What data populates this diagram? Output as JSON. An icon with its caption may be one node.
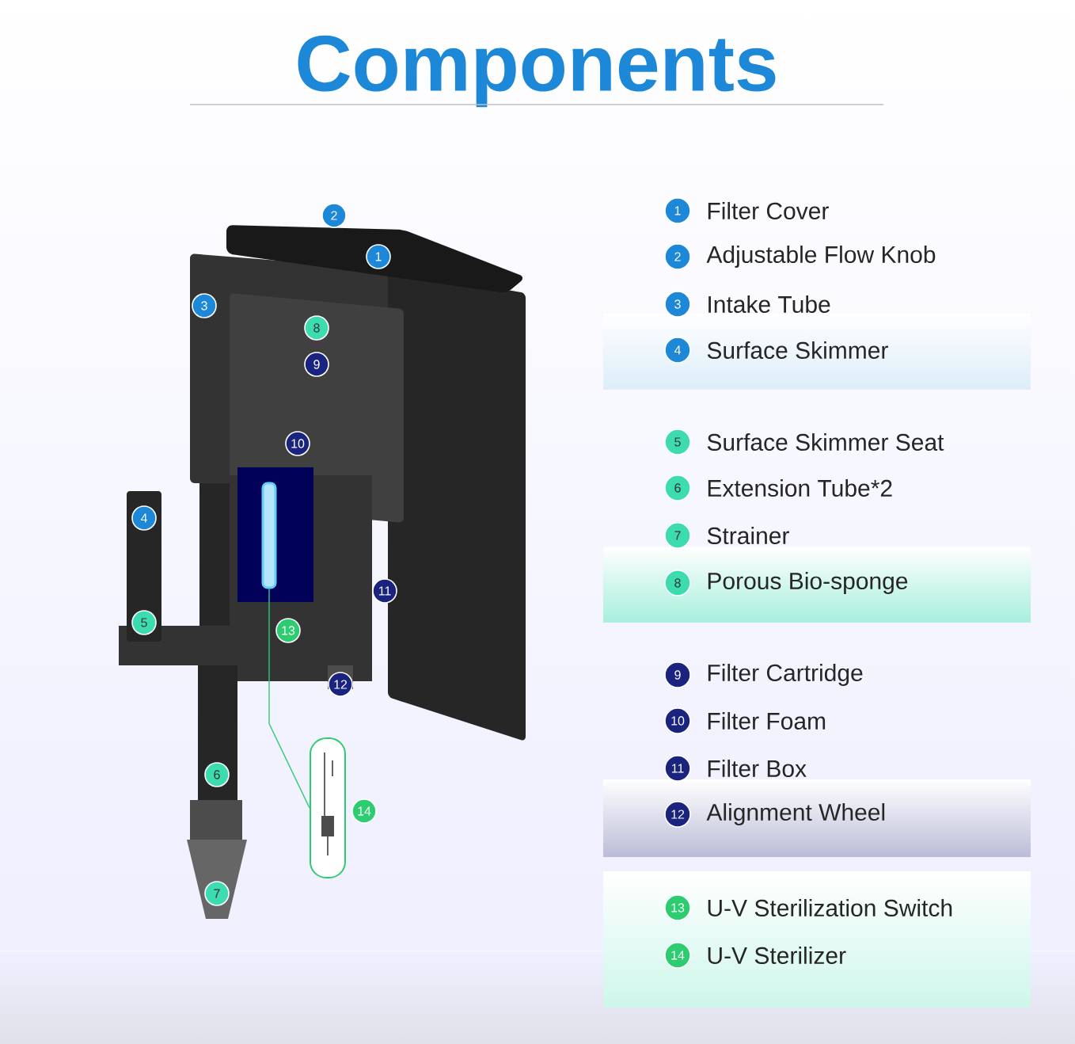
{
  "diagram": {
    "title": "Components",
    "nodes": [
      {
        "text": [],
        "shape": "bar"
      },
      {
        "text": [],
        "shape": "picture"
      }
    ],
    "edges": [
      {
        "from": 0,
        "to": 1,
        "arrow": "none"
      }
    ],
    "labels": [
      "2",
      "1",
      "3",
      "8",
      "9",
      "10",
      "4",
      "11",
      "5",
      "13",
      "12",
      "6",
      "14",
      "7",
      "1",
      "Filter Cover",
      "2",
      "Adjustable Flow Knob",
      "3",
      "Intake Tube",
      "4",
      "Surface Skimmer",
      "5",
      "Surface Skimmer Seat",
      "6",
      "Extension Tube*2",
      "7",
      "Strainer",
      "8",
      "Porous Bio-sponge",
      "9",
      "Filter Cartridge",
      "10",
      "Filter Foam",
      "11",
      "Filter Box",
      "12",
      "Alignment Wheel",
      "13",
      "U-V Sterilization Switch",
      "14",
      "U-V Sterilizer"
    ]
  }
}
